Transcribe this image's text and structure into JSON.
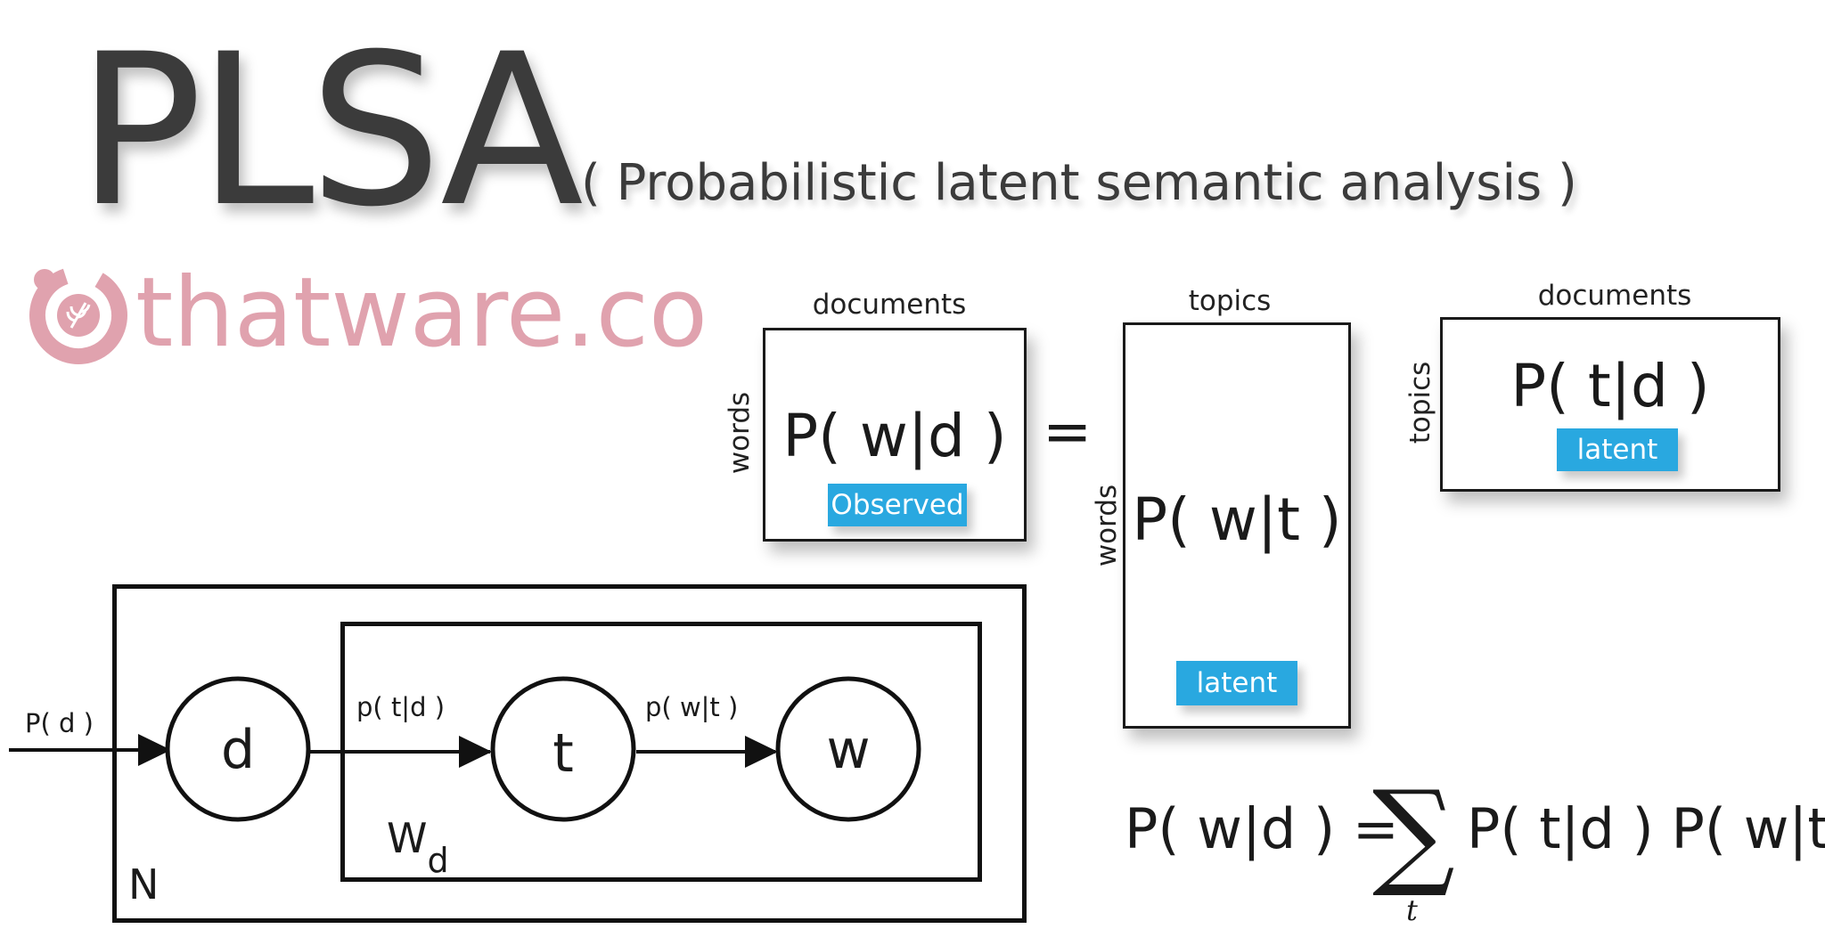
{
  "header": {
    "title": "PLSA",
    "subtitle": "( Probabilistic latent semantic analysis )"
  },
  "brand": {
    "name": "thatware.co",
    "color": "#e0a2ae",
    "icon": "leaf-badge-icon"
  },
  "matrices": {
    "observed": {
      "top_label": "documents",
      "side_label": "words",
      "expression": "P( w|d )",
      "tag": "Observed"
    },
    "equals": "=",
    "word_topic": {
      "top_label": "topics",
      "side_label": "words",
      "expression": "P( w|t )",
      "tag": "latent"
    },
    "topic_doc": {
      "top_label": "documents",
      "side_label": "topics",
      "expression": "P( t|d )",
      "tag": "latent"
    },
    "tag_color": "#29a8e0"
  },
  "plate_diagram": {
    "input_label": "P( d )",
    "outer_plate_label": "N",
    "inner_plate_label": "W",
    "inner_plate_subscript": "d",
    "nodes": {
      "doc": "d",
      "topic": "t",
      "word": "w"
    },
    "edges": {
      "doc_to_topic": "p( t|d )",
      "topic_to_word": "p( w|t )"
    }
  },
  "formula": {
    "lhs": "P( w|d ) =",
    "sum_symbol": "∑",
    "sum_index": "t",
    "rhs": "P( t|d ) P( w|t )"
  }
}
